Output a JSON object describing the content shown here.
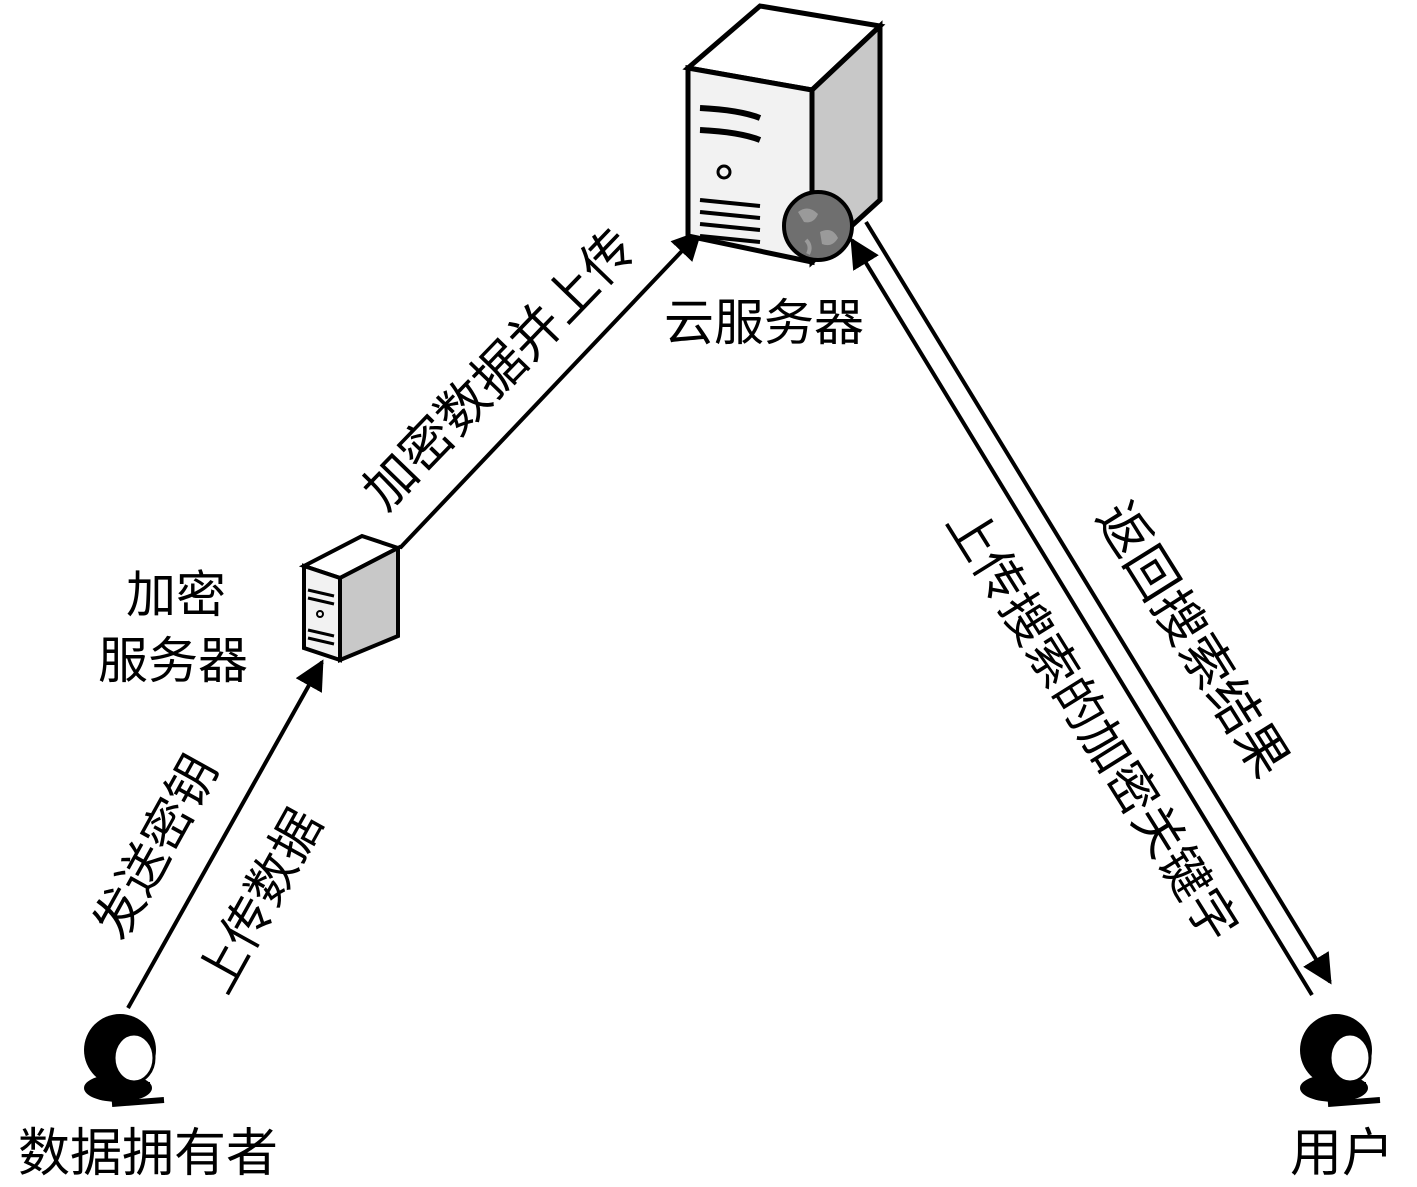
{
  "nodes": {
    "cloud_server": {
      "label": "云服务器"
    },
    "encryption_server": {
      "label_line1": "加密",
      "label_line2": "服务器"
    },
    "data_owner": {
      "label": "数据拥有者"
    },
    "user": {
      "label": "用户"
    }
  },
  "edges": {
    "owner_to_encryption": {
      "label_line1": "发送密钥",
      "label_line2": "上传数据"
    },
    "encryption_to_cloud": {
      "label": "加密数据并上传"
    },
    "user_to_cloud": {
      "label": "上传搜索的加密关键字"
    },
    "cloud_to_user": {
      "label": "返回搜索结果"
    }
  },
  "colors": {
    "stroke": "#000000",
    "server_face": "#f4f4f4",
    "server_side": "#c8c8c8",
    "globe": "#707070"
  }
}
